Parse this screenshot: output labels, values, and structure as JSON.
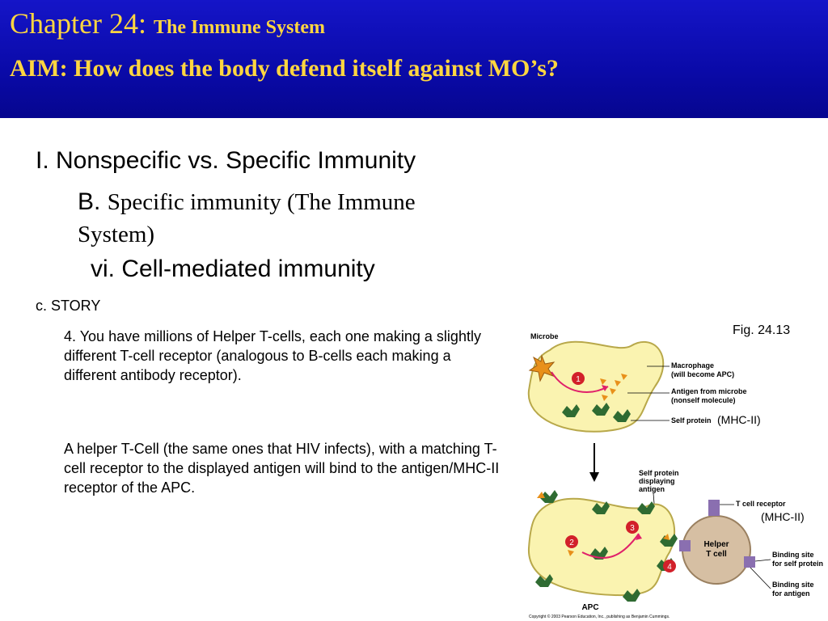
{
  "header": {
    "chapter": "Chapter 24:",
    "chapter_subtitle": "The Immune System",
    "aim": "AIM: How does the body defend itself  against MO’s?"
  },
  "outline": {
    "level1": "I. Nonspecific vs. Specific Immunity",
    "level2_letter": "B.",
    "level2_text": "Specific immunity (The Immune",
    "level2_text_cont": "System)",
    "level3": "vi. Cell-mediated immunity",
    "story_label": "c. STORY"
  },
  "paragraphs": [
    "4. You have millions of Helper T-cells, each one making a slightly different T-cell receptor (analogous to B-cells each making a different antibody receptor).",
    "A helper T-Cell (the same ones that HIV infects), with a matching T-cell receptor to the displayed antigen will bind to the antigen/MHC-II receptor of the APC."
  ],
  "figure": {
    "fig_label": "Fig. 24.13",
    "mhc_note_1": "(MHC-II)",
    "mhc_note_2": "(MHC-II)",
    "labels": {
      "microbe": "Microbe",
      "macrophage": "Macrophage",
      "macrophage_sub": "(will become APC)",
      "antigen": "Antigen from microbe",
      "antigen_sub": "(nonself molecule)",
      "self_protein": "Self protein",
      "self_protein_displaying": "Self protein",
      "self_protein_displaying_2": "displaying",
      "self_protein_displaying_3": "antigen",
      "tcell_receptor": "T cell receptor",
      "helper": "Helper",
      "tcell": "T cell",
      "binding_self": "Binding site",
      "binding_self_2": "for self protein",
      "binding_antigen": "Binding site",
      "binding_antigen_2": "for antigen",
      "apc": "APC",
      "copyright": "Copyright © 2003 Pearson Education, Inc., publishing as Benjamin Cummings.",
      "step1": "1",
      "step2": "2",
      "step3": "3",
      "step4": "4"
    },
    "colors": {
      "cell_fill": "#faf3b0",
      "cell_stroke": "#b8a84a",
      "protein": "#2f6b32",
      "antigen": "#e8901a",
      "arrow": "#e0206a",
      "step": "#d2202a",
      "helper_fill": "#d6bfa3",
      "receptor": "#8a6fb0"
    }
  }
}
